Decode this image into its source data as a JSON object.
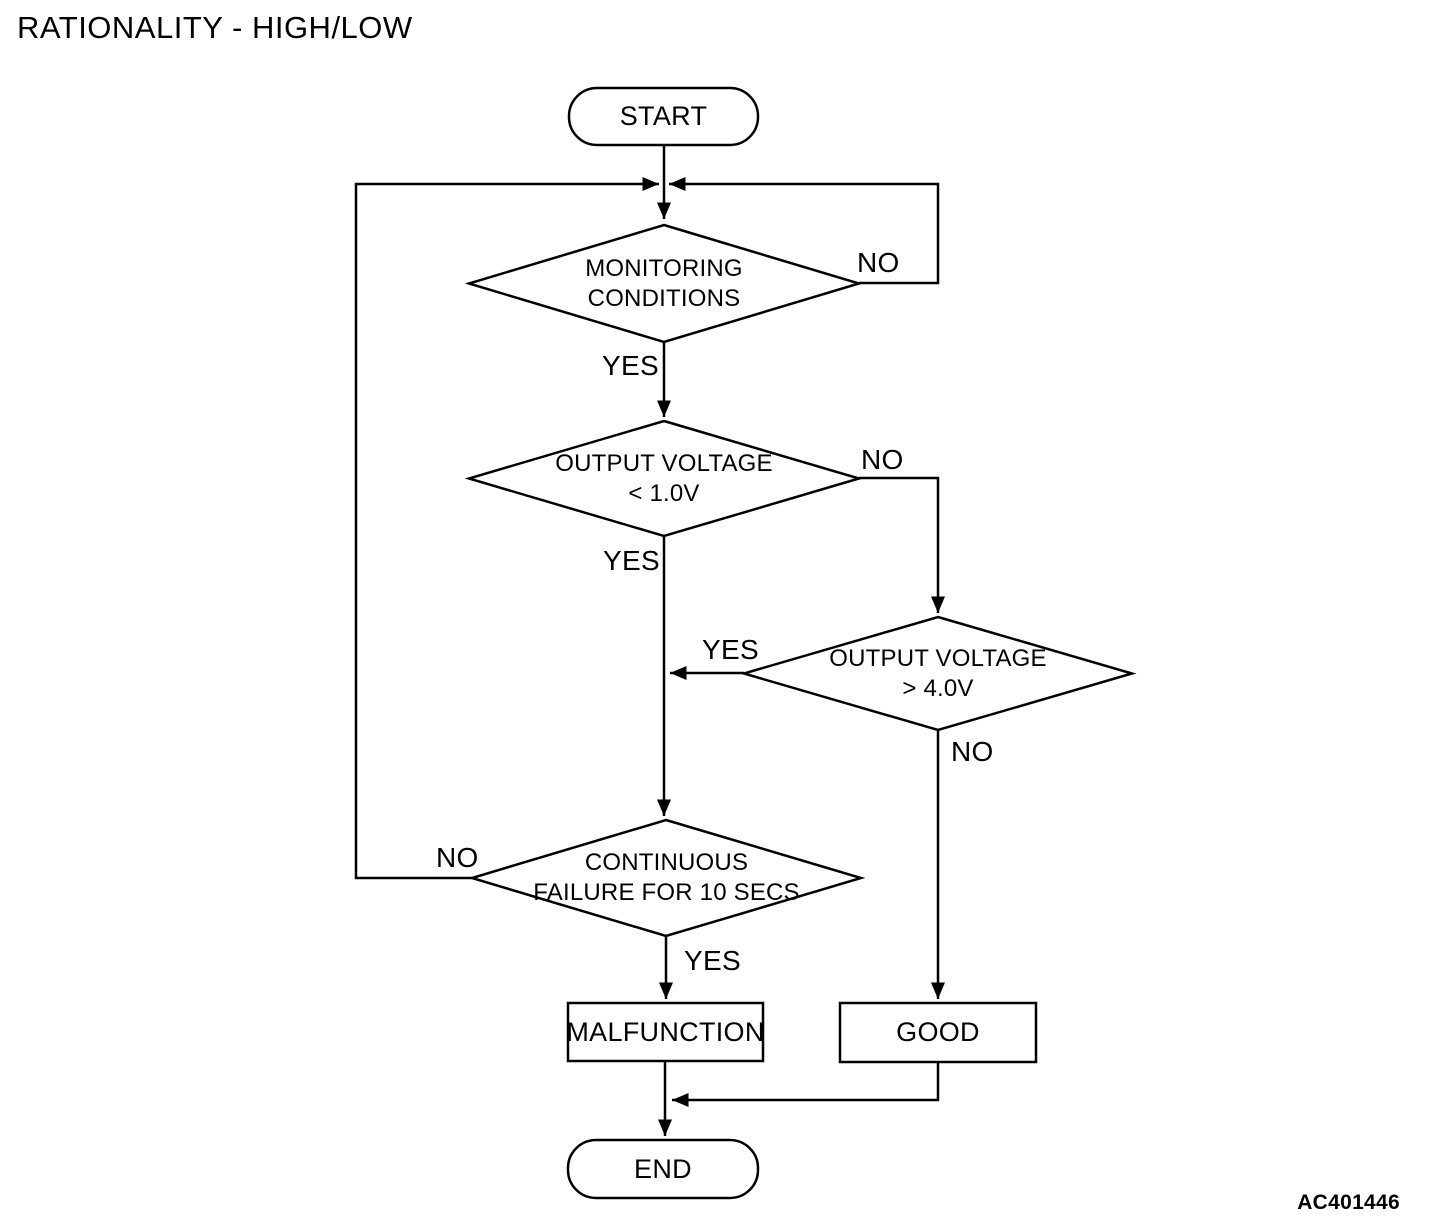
{
  "colors": {
    "ink": "#000000",
    "paper": "#ffffff"
  },
  "title": "RATIONALITY - HIGH/LOW",
  "figure_code": "AC401446",
  "nodes": {
    "start": {
      "label": "START"
    },
    "monitoring_conditions": {
      "line1": "MONITORING",
      "line2": "CONDITIONS"
    },
    "output_voltage_low": {
      "line1": "OUTPUT VOLTAGE",
      "line2": "< 1.0V"
    },
    "output_voltage_high": {
      "line1": "OUTPUT VOLTAGE",
      "line2": "> 4.0V"
    },
    "continuous_failure": {
      "line1": "CONTINUOUS",
      "line2": "FAILURE FOR 10 SECS"
    },
    "malfunction": {
      "label": "MALFUNCTION"
    },
    "good": {
      "label": "GOOD"
    },
    "end": {
      "label": "END"
    }
  },
  "edge_labels": {
    "monitoring_no": "NO",
    "monitoring_yes": "YES",
    "voltage_low_no": "NO",
    "voltage_low_yes": "YES",
    "voltage_high_yes": "YES",
    "voltage_high_no": "NO",
    "continuous_no": "NO",
    "continuous_yes": "YES"
  }
}
